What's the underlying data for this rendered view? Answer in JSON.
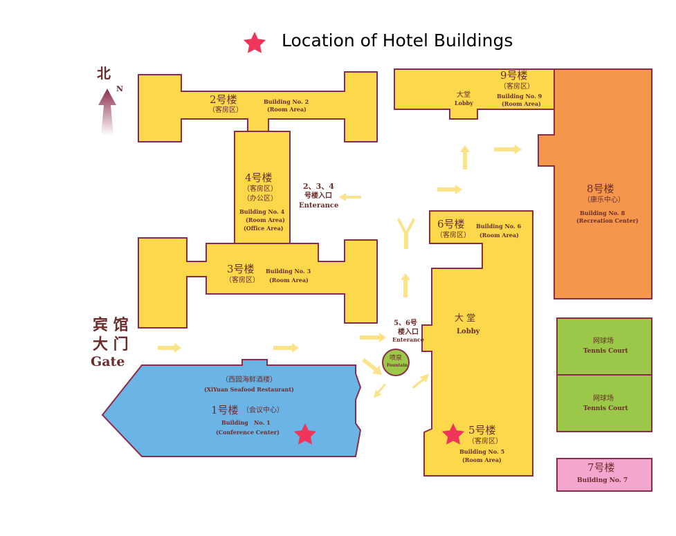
{
  "legend": {
    "text": "Location of Hotel Buildings",
    "marker_icon": "star-icon",
    "marker_color": "#f0345a"
  },
  "compass": {
    "cn": "北",
    "en": "N"
  },
  "gate": {
    "cn1": "宾 馆",
    "cn2": "大 门",
    "en": "Gate"
  },
  "buildings": {
    "b1": {
      "restaurant_cn": "（西园海鲜酒楼）",
      "restaurant_en": "(XiYuan Seafood Restaurant)",
      "cn": "1号楼",
      "sub": "（会议中心）",
      "en1": "Building   No. 1",
      "en2": "(Conference Center)",
      "color": "#6ab4e6"
    },
    "b2": {
      "cn": "2号楼",
      "sub": "（客房区）",
      "en1": "Building No. 2",
      "en2": "(Room Area)",
      "color": "#fbd94a"
    },
    "b3": {
      "cn": "3号楼",
      "sub": "（客房区）",
      "en1": "Building No. 3",
      "en2": "(Room Area)",
      "color": "#fbd94a"
    },
    "b4": {
      "cn": "4号楼",
      "sub1": "（客房区）",
      "sub2": "（办公区）",
      "en1": "Building No. 4",
      "en2": "(Room Area)",
      "en3": "(Office Area)",
      "color": "#fbd94a"
    },
    "b5": {
      "cn": "5号楼",
      "sub": "（客房区）",
      "en1": "Building No. 5",
      "en2": "(Room Area)",
      "color": "#fbd94a"
    },
    "b6": {
      "cn": "6号楼",
      "sub": "（客房区）",
      "en1": "Building No. 6",
      "en2": "(Room Area)",
      "lobby_cn": "大  堂",
      "lobby_en": "Lobby",
      "color": "#fbd94a"
    },
    "b7": {
      "cn": "7号楼",
      "en": "Building No. 7",
      "color": "#f4a6cf"
    },
    "b8": {
      "cn": "8号楼",
      "sub": "（康乐中心）",
      "en1": "Building No. 8",
      "en2": "(Recreation Center)",
      "color": "#f4964b"
    },
    "b9": {
      "cn": "9号楼",
      "sub": "（客房区）",
      "en1": "Building No. 9",
      "en2": "(Room Area)",
      "lobby_cn": "大堂",
      "lobby_en": "Lobby",
      "color": "#fbd94a"
    }
  },
  "tennis": [
    {
      "cn": "网球场",
      "en": "Tennis Court",
      "color": "#9cc84a"
    },
    {
      "cn": "网球场",
      "en": "Tennis Court",
      "color": "#9cc84a"
    }
  ],
  "entrances": {
    "e234": {
      "line1": "2、3、4",
      "line2": "号楼入口",
      "line3": "Enterance"
    },
    "e56": {
      "line1": "5、6号",
      "line2": "楼入口",
      "line3": "Enterance"
    }
  },
  "fountain": {
    "cn": "喷泉",
    "en": "Fountain",
    "color": "#9cc84a"
  },
  "colors": {
    "outline": "#8b2b4a",
    "arrow": "#fbd94a",
    "star": "#f0345a"
  }
}
